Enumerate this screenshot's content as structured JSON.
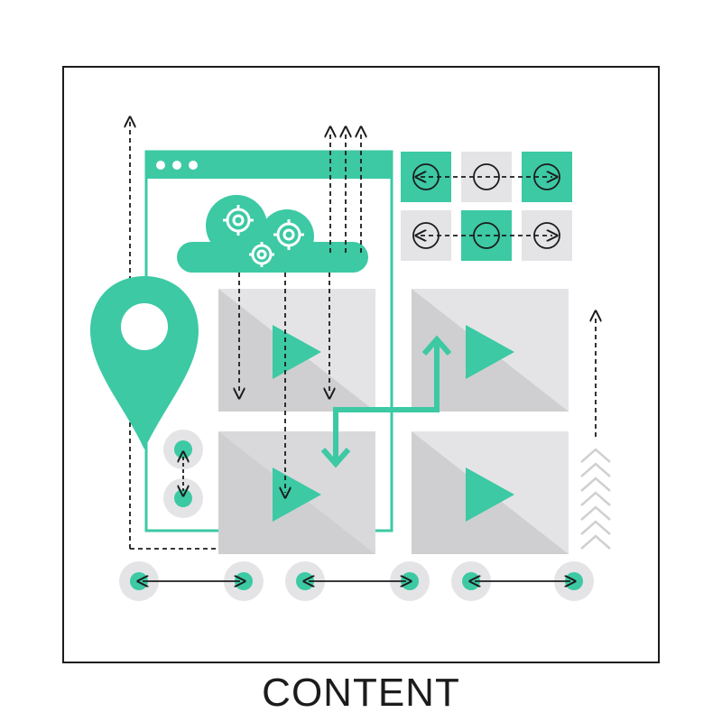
{
  "caption": "CONTENT",
  "colors": {
    "accent": "#3cc9a4",
    "panel": "#e4e4e6",
    "panel_shade": "#cfcfd1",
    "frame": "#1c1c1c",
    "dash": "#1c1c1c",
    "chevron": "#d8d8da"
  },
  "icons": {
    "location_pin": "map-pin-icon",
    "cloud": "cloud-gears-icon",
    "play": "play-icon",
    "browser": "browser-window-icon",
    "nav_arrows": "left-right-arrow-icon"
  },
  "carousel_grid": {
    "rows": 2,
    "cols": 3,
    "highlighted_row1": [
      0,
      2
    ],
    "highlighted_row2": [
      1
    ]
  }
}
